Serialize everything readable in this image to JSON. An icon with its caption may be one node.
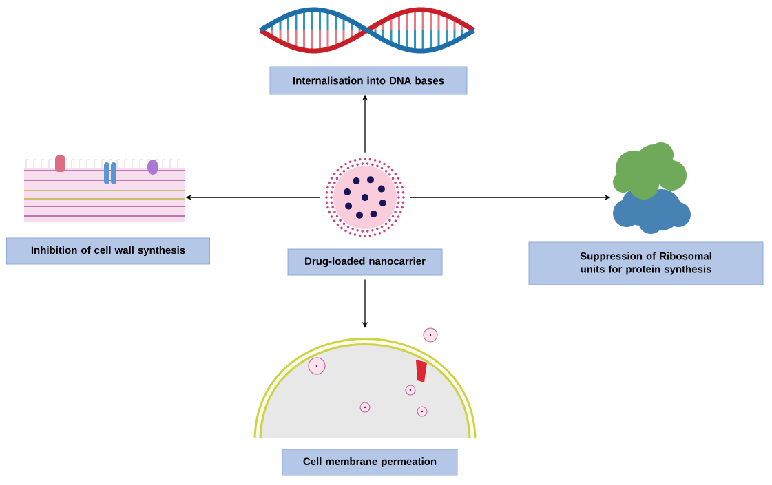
{
  "diagram": {
    "nodes": [
      {
        "text": [],
        "shape": "picture"
      },
      {
        "text": [
          "Internalisation into DNA bases"
        ]
      },
      {
        "text": [],
        "shape": "picture"
      },
      {
        "text": [
          "Inhibition of cell wall synthesis"
        ]
      },
      {
        "text": [],
        "shape": "picture"
      },
      {
        "text": [
          "Drug-loaded nanocarrier"
        ]
      },
      {
        "text": [],
        "shape": "picture"
      },
      {
        "text": [
          "Suppression of Ribosomal units for protein synthesis"
        ]
      },
      {
        "text": [],
        "shape": "picture"
      },
      {
        "text": [
          "Cell membrane permeation"
        ]
      }
    ],
    "edges": [
      {
        "from": 4,
        "to": 1,
        "arrow": "to"
      },
      {
        "from": 4,
        "to": 2,
        "arrow": "to"
      },
      {
        "from": 4,
        "to": 6,
        "arrow": "to"
      },
      {
        "from": 5,
        "to": 8,
        "arrow": "to"
      }
    ]
  }
}
